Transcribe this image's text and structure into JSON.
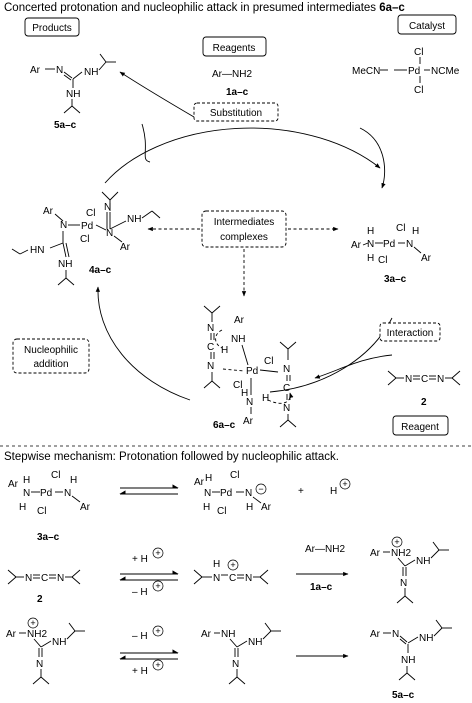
{
  "header": {
    "title_prefix": "Concerted protonation and nucleophilic attack in presumed intermediates ",
    "title_compound": "6a–c"
  },
  "boxes": {
    "products": "Products",
    "reagents": "Reagents",
    "catalyst": "Catalyst",
    "substitution": "Substitution",
    "intermediates_line1": "Intermediates",
    "intermediates_line2": "complexes",
    "interaction": "Interaction",
    "nucleophilic_line1": "Nucleophilic",
    "nucleophilic_line2": "addition",
    "reagent": "Reagent"
  },
  "cycle": {
    "compounds": {
      "product": "5a–c",
      "reagent_amine": "1a–c",
      "complex_4": "4a–c",
      "complex_3": "3a–c",
      "complex_6": "6a–c",
      "carbodiimide": "2"
    },
    "atoms": {
      "ar": "Ar",
      "n": "N",
      "nh": "NH",
      "hn": "HN",
      "h": "H",
      "c": "C",
      "cl": "Cl",
      "pd": "Pd",
      "nh2": "NH2",
      "mecn_left": "MeCN",
      "ncme_right": "NCMe",
      "ar_nh2": "Ar—NH2"
    }
  },
  "stepwise": {
    "title": "Stepwise mechanism: Protonation followed by nucleophilic attack.",
    "plus": "+",
    "h_plus_forward": "+ H",
    "h_plus_back": "– H",
    "reagent_above": "Ar—NH2",
    "reagent_below": "1a–c",
    "compound_3": "3a–c",
    "compound_2": "2",
    "compound_5": "5a–c"
  },
  "charges": {
    "plus": "+",
    "minus": "−"
  }
}
